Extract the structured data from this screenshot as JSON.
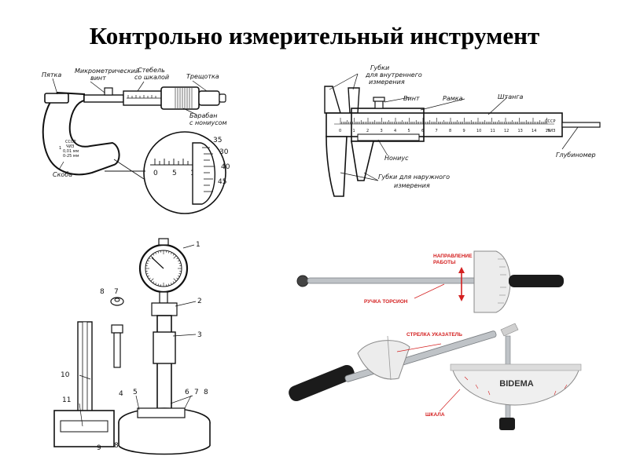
{
  "title": "Контрольно измерительный инструмент",
  "micrometer": {
    "labels": {
      "heel": "Пятка",
      "screw_1": "Микрометрический",
      "screw_2": "винт",
      "stem_1": "Стебель",
      "stem_2": "со шкалой",
      "ratchet": "Трещотка",
      "drum_1": "Барабан",
      "drum_2": "с нониусом",
      "frame": "Скоба"
    },
    "frame_text": [
      "СССР",
      "ЧИЗ",
      "0,01 мм",
      "0-25 мм",
      "1"
    ],
    "scale_numbers": [
      "0",
      "5",
      "10"
    ],
    "drum_numbers": [
      "35",
      "30",
      "40",
      "45"
    ]
  },
  "caliper": {
    "labels": {
      "inner_jaws_1": "Губки",
      "inner_jaws_2": "для внутреннего",
      "inner_jaws_3": "измерения",
      "screw": "Винт",
      "frame": "Рамка",
      "bar": "Штанга",
      "depth": "Глубиномер",
      "vernier": "Нониус",
      "outer_jaws_1": "Губки для наружного",
      "outer_jaws_2": "измерения"
    },
    "scale_numbers": [
      "0",
      "1",
      "2",
      "3",
      "4",
      "5",
      "6",
      "7",
      "8",
      "9",
      "10",
      "11",
      "12",
      "13",
      "14",
      "15"
    ],
    "stamp": [
      "СССР",
      "ЧИЗ"
    ]
  },
  "indicator": {
    "numbers": [
      "1",
      "2",
      "3",
      "4",
      "5",
      "6",
      "7",
      "8",
      "8",
      "7",
      "9",
      "10",
      "11",
      "8"
    ]
  },
  "torque": {
    "labels": {
      "direction_1": "НАПРАВЛЕНИЕ",
      "direction_2": "РАБОТЫ",
      "handle": "РУЧКА ТОРСИОН",
      "pointer": "СТРЕЛКА УКАЗАТЕЛЬ",
      "scale": "ШКАЛА",
      "brand": "BIDEMA"
    },
    "colors": {
      "accent": "#d42020"
    }
  }
}
